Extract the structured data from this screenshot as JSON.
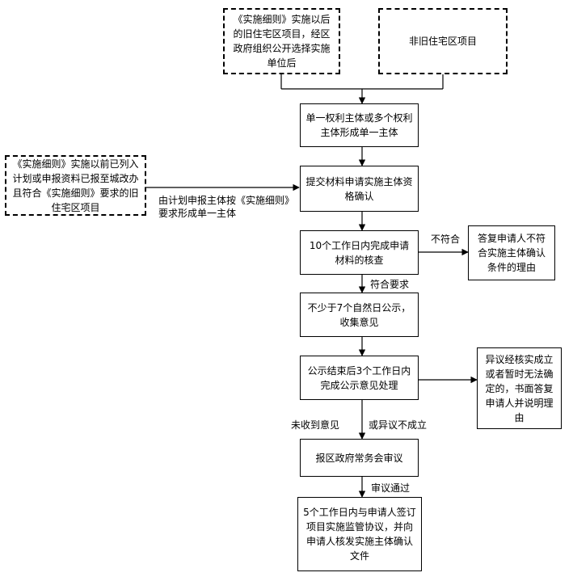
{
  "boxes": {
    "start_a": "《实施细则》实施以后的旧住宅区项目，经区政府组织公开选择实施单位后",
    "start_b": "非旧住宅区项目",
    "single_subject": "单一权利主体或多个权利主体形成单一主体",
    "start_c": "《实施细则》实施以前已列入计划或申报资料已报至城改办且符合《实施细则》要求的旧住宅区项目",
    "submit": "提交材料申请实施主体资格确认",
    "review": "10个工作日内完成申请材料的核查",
    "reject_reply": "答复申请人不符合实施主体确认条件的理由",
    "publicity": "不少于7个自然日公示，收集意见",
    "process_opinions": "公示结束后3个工作日内完成公示意见处理",
    "objection_reply": "异议经核实成立或者暂时无法确定的，书面答复申请人并说明理由",
    "gov_review": "报区政府常务会审议",
    "final": "5个工作日内与申请人签订项目实施监管协议，并向申请人核发实施主体确认文件"
  },
  "labels": {
    "plan_subject": "由计划申报主体按《实施细则》要求形成单一主体",
    "not_match": "不符合",
    "match": "符合要求",
    "no_opinion": "未收到意见",
    "objection_failed": "或异议不成立",
    "approved": "审议通过"
  }
}
